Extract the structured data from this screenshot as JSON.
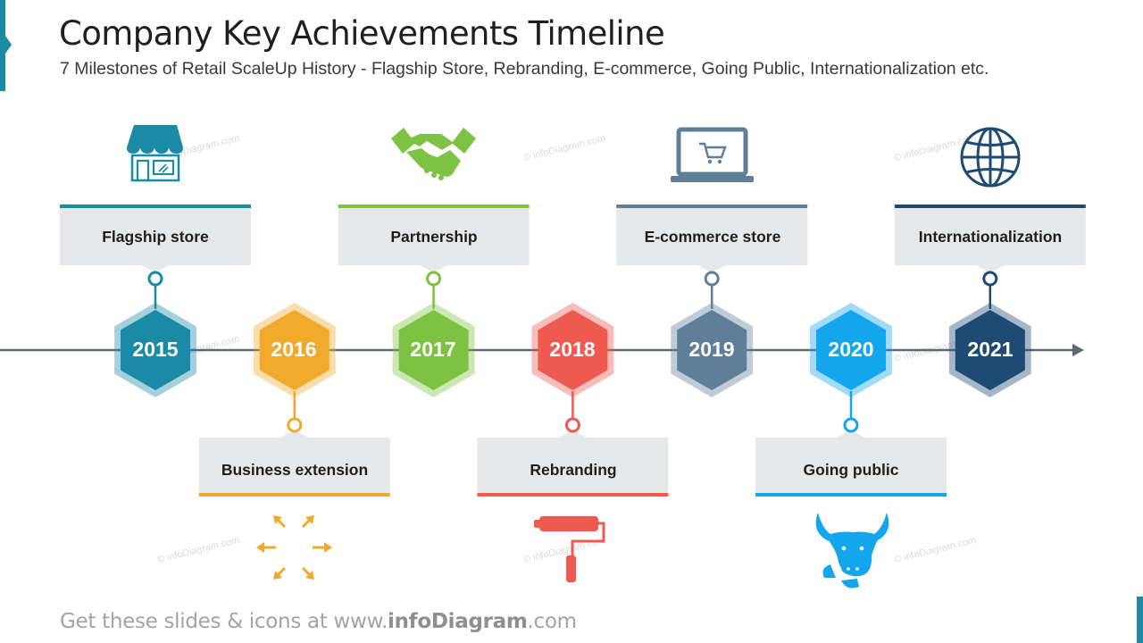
{
  "header": {
    "title": "Company Key Achievements Timeline",
    "subtitle": "7 Milestones of Retail ScaleUp History - Flagship Store, Rebranding,  E-commerce, Going Public,  Internationalization etc."
  },
  "milestones": [
    {
      "year": "2015",
      "label": "Flagship store",
      "position": "top",
      "color": "#1b8aa6",
      "icon": "storefront-icon"
    },
    {
      "year": "2016",
      "label": "Business extension",
      "position": "bottom",
      "color": "#f0a92b",
      "icon": "expand-arrows-icon"
    },
    {
      "year": "2017",
      "label": "Partnership",
      "position": "top",
      "color": "#7dc242",
      "icon": "handshake-icon"
    },
    {
      "year": "2018",
      "label": "Rebranding",
      "position": "bottom",
      "color": "#ee5a4f",
      "icon": "paint-roller-icon"
    },
    {
      "year": "2019",
      "label": "E-commerce store",
      "position": "top",
      "color": "#5f7f98",
      "icon": "laptop-cart-icon"
    },
    {
      "year": "2020",
      "label": "Going public",
      "position": "bottom",
      "color": "#13a6ec",
      "icon": "bull-icon"
    },
    {
      "year": "2021",
      "label": "Internationalization",
      "position": "top",
      "color": "#1d4b74",
      "icon": "globe-icon"
    }
  ],
  "watermark": "© infoDiagram.com",
  "footer": {
    "prefix": "Get these slides & icons at www.",
    "brand": "infoDiagram",
    "suffix": ".com"
  }
}
